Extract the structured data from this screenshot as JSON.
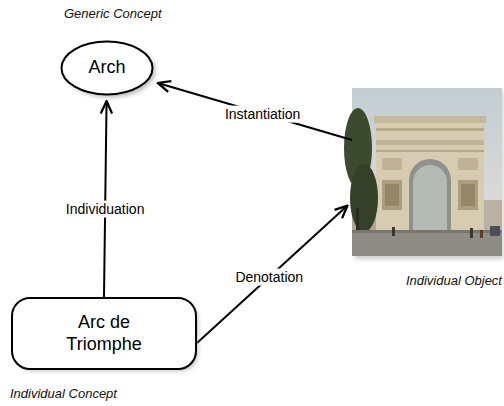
{
  "diagram": {
    "nodes": [
      {
        "text": [
          "Generic Concept",
          "Arch"
        ]
      },
      {
        "text": [
          "Individual Object"
        ]
      },
      {
        "text": [
          "Arc de Triomphe",
          "Individual Concept"
        ]
      }
    ],
    "edges": [
      {
        "from": 1,
        "to": 0,
        "arrow": "to",
        "label": "Instantiation"
      },
      {
        "from": 2,
        "to": 0,
        "arrow": "to",
        "label": "Individuation"
      },
      {
        "from": 2,
        "to": 1,
        "arrow": "to",
        "label": "Denotation"
      }
    ]
  }
}
